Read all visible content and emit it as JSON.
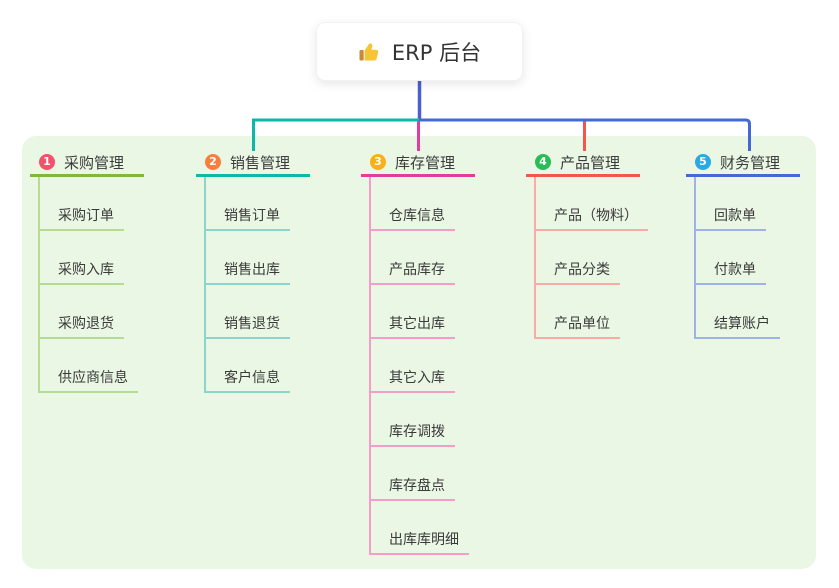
{
  "root": {
    "title": "ERP 后台",
    "icon": "thumbs-up-icon"
  },
  "colors": {
    "connector": "#4c5ed0",
    "panel_bg": "#ebf7e5"
  },
  "branches": [
    {
      "number": "1",
      "label": "采购管理",
      "badge_color": "#f4516c",
      "line_color": "#7cb93e",
      "light_color": "#b6db93",
      "children": [
        "采购订单",
        "采购入库",
        "采购退货",
        "供应商信息"
      ]
    },
    {
      "number": "2",
      "label": "销售管理",
      "badge_color": "#f77e3c",
      "line_color": "#0cb9a8",
      "light_color": "#8ad6cb",
      "children": [
        "销售订单",
        "销售出库",
        "销售退货",
        "客户信息"
      ]
    },
    {
      "number": "3",
      "label": "库存管理",
      "badge_color": "#fbaf18",
      "line_color": "#e23c9f",
      "light_color": "#f49dc8",
      "children": [
        "仓库信息",
        "产品库存",
        "其它出库",
        "其它入库",
        "库存调拨",
        "库存盘点",
        "出库库明细"
      ]
    },
    {
      "number": "4",
      "label": "产品管理",
      "badge_color": "#2abd55",
      "line_color": "#f4564e",
      "light_color": "#f9aba5",
      "children": [
        "产品（物料）",
        "产品分类",
        "产品单位"
      ]
    },
    {
      "number": "5",
      "label": "财务管理",
      "badge_color": "#2aaae2",
      "line_color": "#4568d4",
      "light_color": "#9fb3e8",
      "children": [
        "回款单",
        "付款单",
        "结算账户"
      ]
    }
  ]
}
